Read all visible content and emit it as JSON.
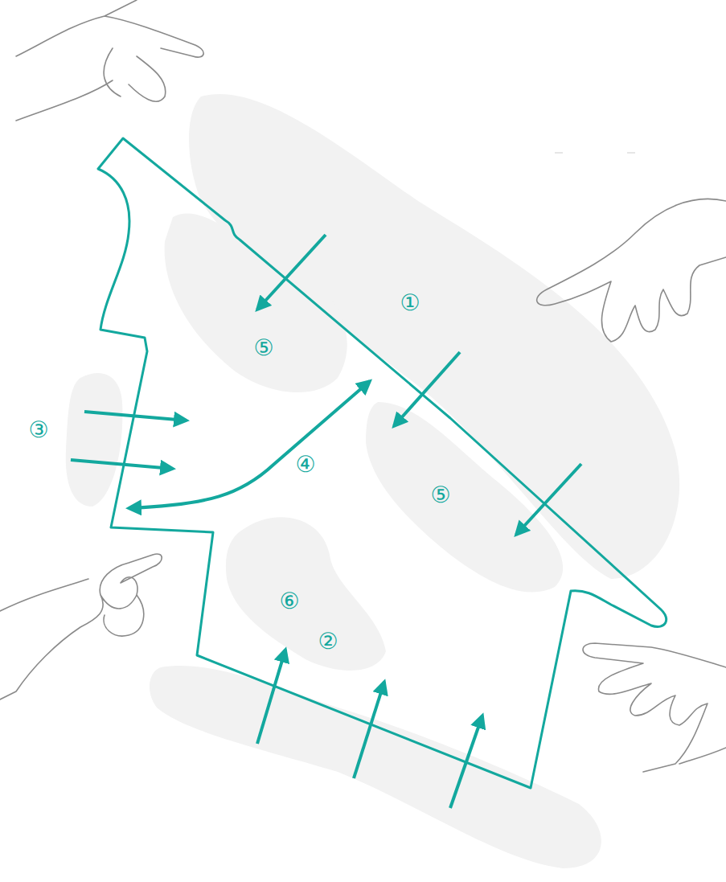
{
  "diagram": {
    "labels": [
      "①",
      "⑤",
      "③",
      "④",
      "⑤",
      "⑥",
      "②"
    ]
  }
}
